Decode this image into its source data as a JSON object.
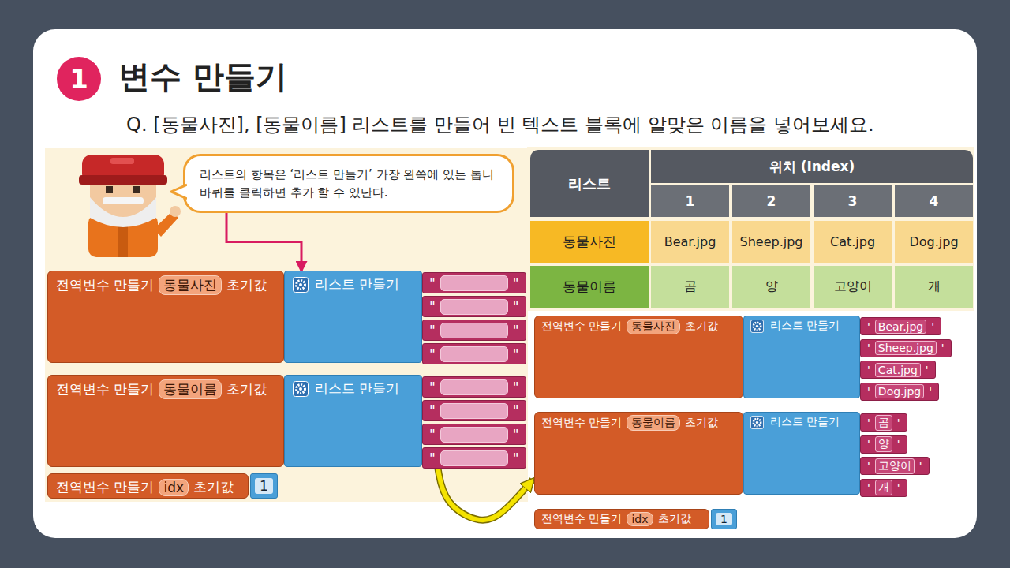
{
  "diagram": {
    "title": "변수 만들기",
    "nodes": [
      {
        "text": [
          "리스트의 항목은 ‘리스트 만들기’ 가장 왼쪽에 있는 톱니바퀴를 클릭하면 추가 할 수 있단다."
        ]
      },
      {
        "text": [
          "전역변수 만들기",
          "동물사진",
          "초기값"
        ]
      },
      {
        "text": [
          "리스트 만들기"
        ]
      },
      {
        "text": [
          "\"",
          "\""
        ]
      },
      {
        "text": [
          "\"",
          "\""
        ]
      },
      {
        "text": [
          "\"",
          "\""
        ]
      },
      {
        "text": [
          "\"",
          "\""
        ]
      },
      {
        "text": [
          "전역변수 만들기",
          "동물이름",
          "초기값"
        ]
      },
      {
        "text": [
          "리스트 만들기"
        ]
      },
      {
        "text": [
          "\"",
          "\""
        ]
      },
      {
        "text": [
          "\"",
          "\""
        ]
      },
      {
        "text": [
          "\"",
          "\""
        ]
      },
      {
        "text": [
          "\"",
          "\""
        ]
      },
      {
        "text": [
          "전역변수 만들기",
          "idx",
          "초기값"
        ]
      },
      {
        "text": [
          "1"
        ]
      },
      {
        "text": [
          "전역변수 만들기",
          "동물사진",
          "초기값"
        ]
      },
      {
        "text": [
          "리스트 만들기"
        ]
      },
      {
        "text": [
          "'",
          "Bear.jpg",
          "'"
        ]
      },
      {
        "text": [
          "'",
          "Sheep.jpg",
          "'"
        ]
      },
      {
        "text": [
          "'",
          "Cat.jpg",
          "'"
        ]
      },
      {
        "text": [
          "'",
          "Dog.jpg",
          "'"
        ]
      },
      {
        "text": [
          "전역변수 만들기",
          "동물이름",
          "초기값"
        ]
      },
      {
        "text": [
          "리스트 만들기"
        ]
      },
      {
        "text": [
          "'",
          "곰",
          "'"
        ]
      },
      {
        "text": [
          "'",
          "양",
          "'"
        ]
      },
      {
        "text": [
          "'",
          "고양이",
          "'"
        ]
      },
      {
        "text": [
          "'",
          "개",
          "'"
        ]
      },
      {
        "text": [
          "전역변수 만들기",
          "idx",
          "초기값"
        ]
      },
      {
        "text": [
          "1"
        ]
      }
    ],
    "edges": [
      {
        "from": 0,
        "to": 2,
        "arrow": "to"
      },
      {
        "from": 12,
        "to": 21,
        "arrow": "to"
      }
    ],
    "labels": [
      "1",
      "Q. [동물사진], [동물이름] 리스트를 만들어 빈 텍스트 블록에 알맞은 이름을 넣어보세요.",
      "리스트",
      "위치 (Index)",
      "1",
      "2",
      "3",
      "4",
      "동물사진",
      "Bear.jpg",
      "Sheep.jpg",
      "Cat.jpg",
      "Dog.jpg",
      "동물이름",
      "곰",
      "양",
      "고양이",
      "개"
    ]
  }
}
